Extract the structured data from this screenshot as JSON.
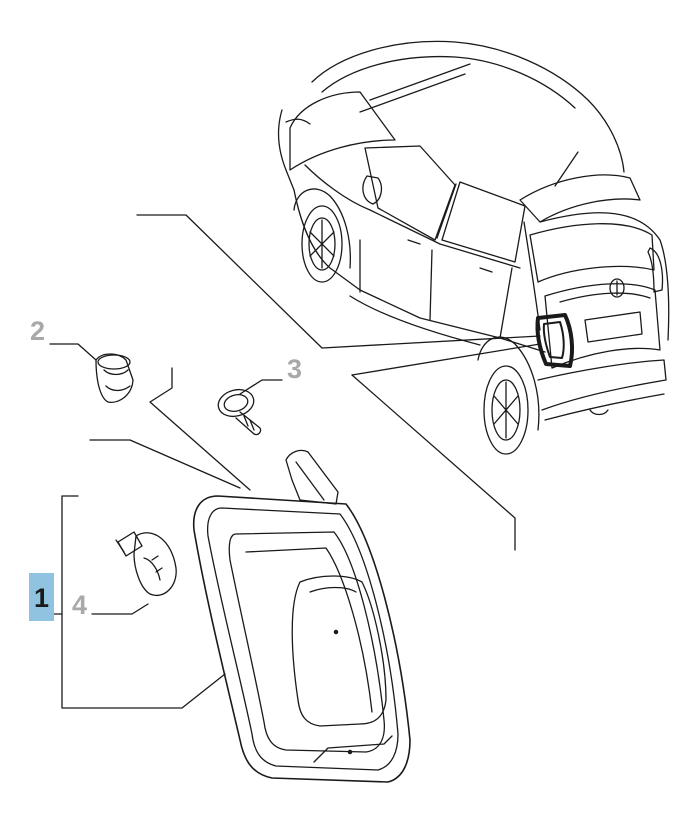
{
  "diagram": {
    "callouts": [
      {
        "id": "1",
        "label": "1",
        "active": true
      },
      {
        "id": "2",
        "label": "2",
        "active": false
      },
      {
        "id": "3",
        "label": "3",
        "active": false
      },
      {
        "id": "4",
        "label": "4",
        "active": false
      }
    ],
    "colors": {
      "line": "#1a1a1a",
      "callout_inactive": "#a8a8a8",
      "callout_active_bg": "#8fc3e0",
      "callout_active_text": "#1a1a1a"
    }
  }
}
